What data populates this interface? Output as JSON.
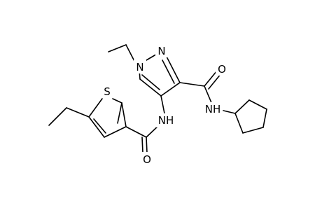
{
  "structure": {
    "atoms": [
      {
        "id": "S1",
        "label": "S"
      },
      {
        "id": "N1",
        "label": "N"
      },
      {
        "id": "N2",
        "label": "N"
      },
      {
        "id": "O1",
        "label": "O"
      },
      {
        "id": "NH1",
        "label": "NH"
      },
      {
        "id": "NH2",
        "label": "NH"
      },
      {
        "id": "O2",
        "label": "O"
      }
    ]
  }
}
